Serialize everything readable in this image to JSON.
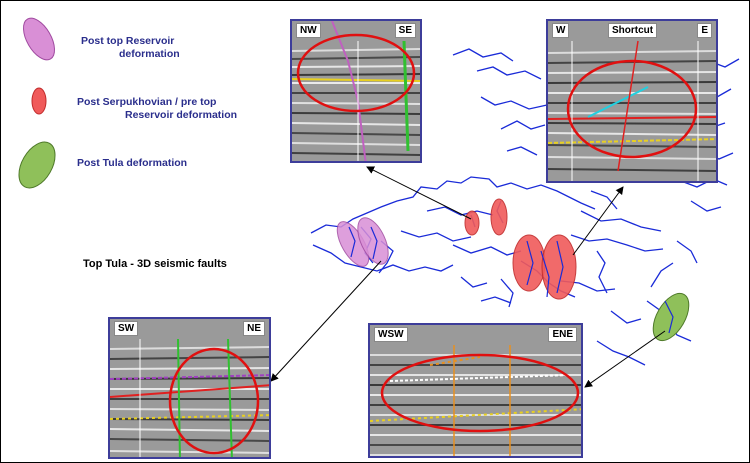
{
  "legend": {
    "items": [
      {
        "label_line1": "Post top Reservoir",
        "label_line2": "deformation",
        "color": "#d98fd6",
        "stroke": "#a04aa0"
      },
      {
        "label_line1": "Post Serpukhovian / pre top",
        "label_line2": "Reservoir deformation",
        "color": "#f05a5a",
        "stroke": "#c02a2a"
      },
      {
        "label_line1": "Post Tula deformation",
        "label_line2": "",
        "color": "#8fc05a",
        "stroke": "#4f7a2a"
      }
    ]
  },
  "map": {
    "title": "Top Tula - 3D seismic faults",
    "fault_color": "#1a2bd8"
  },
  "panels": {
    "nw_se": {
      "left": "NW",
      "right": "SE"
    },
    "w_e": {
      "left": "W",
      "right": "E",
      "extra": "Shortcut"
    },
    "sw_ne": {
      "left": "SW",
      "right": "NE"
    },
    "wsw_ene": {
      "left": "WSW",
      "right": "ENE"
    }
  },
  "colors": {
    "highlight_ellipse": "#e01010",
    "panel_border": "#3d3d9a",
    "label_text": "#2a2e8c"
  }
}
